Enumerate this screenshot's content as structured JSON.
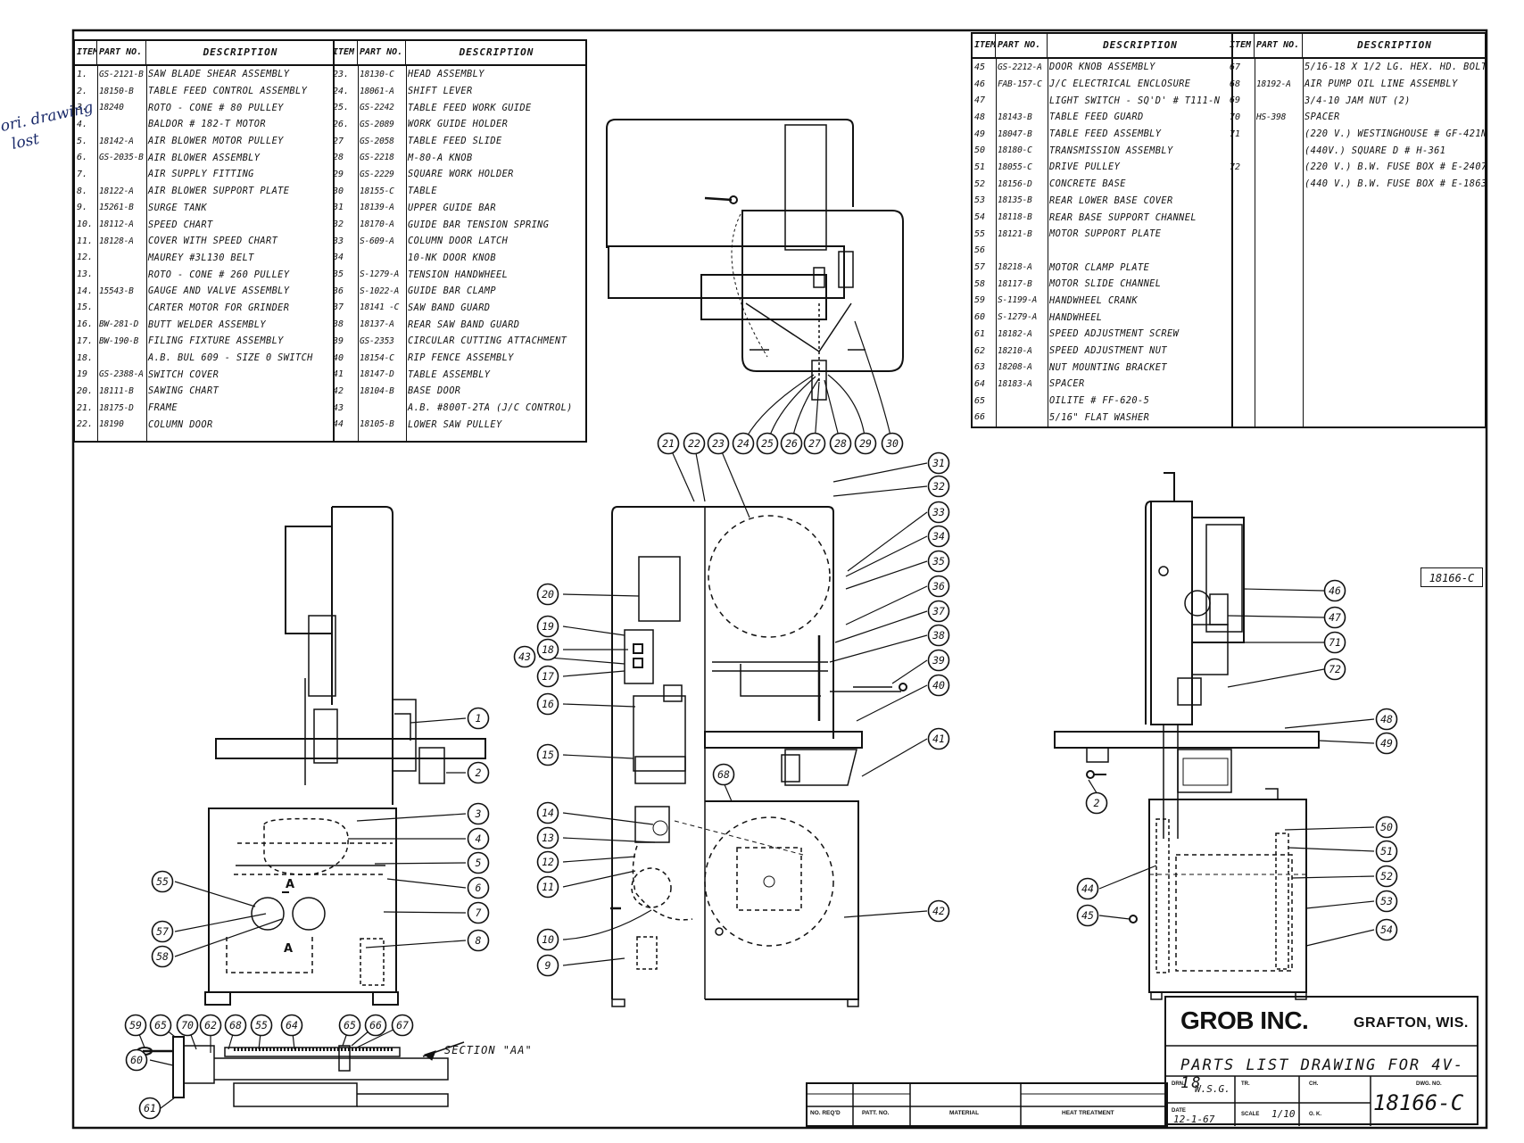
{
  "parts_tables": [
    {
      "headers": {
        "item": "ITEM",
        "part": "PART NO.",
        "desc": "DESCRIPTION"
      },
      "rows": [
        [
          "1.",
          "GS-2121-B",
          "SAW BLADE SHEAR ASSEMBLY"
        ],
        [
          "2.",
          "18150-B",
          "TABLE FEED CONTROL ASSEMBLY"
        ],
        [
          "3.",
          "18240",
          "ROTO - CONE # 80 PULLEY"
        ],
        [
          "4.",
          "",
          "BALDOR # 182-T MOTOR"
        ],
        [
          "5.",
          "18142-A",
          "AIR BLOWER MOTOR PULLEY"
        ],
        [
          "6.",
          "GS-2035-B",
          "AIR BLOWER ASSEMBLY"
        ],
        [
          "7.",
          "",
          "AIR SUPPLY FITTING"
        ],
        [
          "8.",
          "18122-A",
          "AIR BLOWER SUPPORT PLATE"
        ],
        [
          "9.",
          "15261-B",
          "SURGE TANK"
        ],
        [
          "10.",
          "18112-A",
          "SPEED CHART"
        ],
        [
          "11.",
          "18128-A",
          "COVER WITH SPEED CHART"
        ],
        [
          "12.",
          "",
          "MAUREY #3L130 BELT"
        ],
        [
          "13.",
          "",
          "ROTO - CONE # 260 PULLEY"
        ],
        [
          "14.",
          "15543-B",
          "GAUGE AND VALVE ASSEMBLY"
        ],
        [
          "15.",
          "",
          "CARTER MOTOR FOR GRINDER"
        ],
        [
          "16.",
          "BW-281-D",
          "BUTT WELDER ASSEMBLY"
        ],
        [
          "17.",
          "BW-190-B",
          "FILING FIXTURE ASSEMBLY"
        ],
        [
          "18.",
          "",
          "A.B. BUL 609 - SIZE 0 SWITCH"
        ],
        [
          "19",
          "GS-2388-A",
          "SWITCH COVER"
        ],
        [
          "20.",
          "18111-B",
          "SAWING CHART"
        ],
        [
          "21.",
          "18175-D",
          "FRAME"
        ],
        [
          "22.",
          "18190",
          "COLUMN DOOR"
        ]
      ]
    },
    {
      "headers": {
        "item": "ITEM",
        "part": "PART NO.",
        "desc": "DESCRIPTION"
      },
      "rows": [
        [
          "23.",
          "18130-C",
          "HEAD ASSEMBLY"
        ],
        [
          "24.",
          "18061-A",
          "SHIFT LEVER"
        ],
        [
          "25.",
          "GS-2242",
          "TABLE FEED WORK GUIDE"
        ],
        [
          "26.",
          "GS-2089",
          "WORK GUIDE HOLDER"
        ],
        [
          "27",
          "GS-2058",
          "TABLE FEED SLIDE"
        ],
        [
          "28",
          "GS-2218",
          "M-80-A KNOB"
        ],
        [
          "29",
          "GS-2229",
          "SQUARE WORK HOLDER"
        ],
        [
          "30",
          "18155-C",
          "TABLE"
        ],
        [
          "31",
          "18139-A",
          "UPPER GUIDE BAR"
        ],
        [
          "32",
          "18170-A",
          "GUIDE BAR TENSION SPRING"
        ],
        [
          "33",
          "S-609-A",
          "COLUMN DOOR LATCH"
        ],
        [
          "34",
          "",
          "10-NK DOOR KNOB"
        ],
        [
          "35",
          "S-1279-A",
          "TENSION HANDWHEEL"
        ],
        [
          "36",
          "S-1022-A",
          "GUIDE BAR CLAMP"
        ],
        [
          "37",
          "18141 -C",
          "SAW BAND GUARD"
        ],
        [
          "38",
          "18137-A",
          "REAR SAW BAND GUARD"
        ],
        [
          "39",
          "GS-2353",
          "CIRCULAR CUTTING ATTACHMENT"
        ],
        [
          "40",
          "18154-C",
          "RIP FENCE ASSEMBLY"
        ],
        [
          "41",
          "18147-D",
          "TABLE ASSEMBLY"
        ],
        [
          "42",
          "18104-B",
          "BASE DOOR"
        ],
        [
          "43",
          "",
          "A.B. #800T-2TA (J/C CONTROL)"
        ],
        [
          "44",
          "18105-B",
          "LOWER SAW PULLEY"
        ]
      ]
    },
    {
      "headers": {
        "item": "ITEM",
        "part": "PART NO.",
        "desc": "DESCRIPTION"
      },
      "rows": [
        [
          "45",
          "GS-2212-A",
          "DOOR KNOB ASSEMBLY"
        ],
        [
          "46",
          "FAB-157-C",
          "J/C ELECTRICAL ENCLOSURE"
        ],
        [
          "47",
          "",
          "LIGHT SWITCH - SQ'D' # T111-N"
        ],
        [
          "48",
          "18143-B",
          "TABLE FEED GUARD"
        ],
        [
          "49",
          "18047-B",
          "TABLE FEED ASSEMBLY"
        ],
        [
          "50",
          "18180-C",
          "TRANSMISSION ASSEMBLY"
        ],
        [
          "51",
          "18055-C",
          "DRIVE PULLEY"
        ],
        [
          "52",
          "18156-D",
          "CONCRETE BASE"
        ],
        [
          "53",
          "18135-B",
          "REAR LOWER BASE COVER"
        ],
        [
          "54",
          "18118-B",
          "REAR BASE SUPPORT CHANNEL"
        ],
        [
          "55",
          "18121-B",
          "MOTOR SUPPORT PLATE"
        ],
        [
          "56",
          "",
          ""
        ],
        [
          "57",
          "18218-A",
          "MOTOR CLAMP PLATE"
        ],
        [
          "58",
          "18117-B",
          "MOTOR SLIDE CHANNEL"
        ],
        [
          "59",
          "S-1199-A",
          "HANDWHEEL CRANK"
        ],
        [
          "60",
          "S-1279-A",
          "HANDWHEEL"
        ],
        [
          "61",
          "18182-A",
          "SPEED ADJUSTMENT SCREW"
        ],
        [
          "62",
          "18210-A",
          "SPEED ADJUSTMENT NUT"
        ],
        [
          "63",
          "18208-A",
          "NUT MOUNTING BRACKET"
        ],
        [
          "64",
          "18183-A",
          "SPACER"
        ],
        [
          "65",
          "",
          "OILITE # FF-620-5"
        ],
        [
          "66",
          "",
          "5/16\" FLAT WASHER"
        ]
      ]
    },
    {
      "headers": {
        "item": "ITEM",
        "part": "PART NO.",
        "desc": "DESCRIPTION"
      },
      "rows": [
        [
          "67",
          "",
          "5/16-18 x 1/2 LG. HEX. HD. BOLT"
        ],
        [
          "68",
          "18192-A",
          "AIR PUMP OIL LINE ASSEMBLY"
        ],
        [
          "69",
          "",
          "3/4-10 JAM NUT (2)"
        ],
        [
          "70",
          "HS-398",
          "SPACER"
        ],
        [
          "71",
          "",
          "(220 V.) WESTINGHOUSE # GF-421N"
        ],
        [
          "",
          "",
          "(440V.) SQUARE D # H-361"
        ],
        [
          "72",
          "",
          "(220 V.) B.W. FUSE BOX # E-2407"
        ],
        [
          "",
          "",
          "(440 V.) B.W. FUSE BOX # E-1863"
        ]
      ]
    }
  ],
  "title_block": {
    "company": "GROB INC.",
    "city": "GRAFTON, WIS.",
    "title": "PARTS LIST DRAWING FOR 4V-18",
    "drawing_number": "18166-C",
    "labels": {
      "drn": "DRN.",
      "tr": "TR.",
      "ch": "CH.",
      "dwg_no": "DWG. NO.",
      "date": "DATE",
      "scale": "SCALE",
      "ok": "O. K."
    },
    "drawn_by": "W.S.G.",
    "date": "12-1-67",
    "scale": "1/10"
  },
  "revision_block": {
    "labels": {
      "no_reqd": "NO. REQ'D",
      "patt_no": "PATT. NO.",
      "material": "MATERIAL",
      "heat_treatment": "HEAT TREATMENT"
    }
  },
  "side_reference": "18166-C",
  "section_label": "SECTION \"AA\"",
  "section_marks": [
    "A",
    "A"
  ],
  "handwritten_note": [
    "ori. drawing",
    "lost"
  ],
  "callouts": {
    "left_view": [
      "1",
      "2",
      "3",
      "4",
      "5",
      "6",
      "7",
      "8",
      "55",
      "57",
      "58"
    ],
    "top_view": [
      "21",
      "22",
      "23",
      "24",
      "25",
      "26",
      "27",
      "28",
      "29",
      "30"
    ],
    "center_left": [
      "20",
      "19",
      "18",
      "43",
      "17",
      "16",
      "15",
      "14",
      "13",
      "12",
      "11",
      "10",
      "9"
    ],
    "center_right": [
      "31",
      "32",
      "33",
      "34",
      "35",
      "36",
      "37",
      "38",
      "39",
      "40",
      "41",
      "42",
      "68"
    ],
    "right_view": [
      "46",
      "47",
      "71",
      "72",
      "48",
      "49",
      "2",
      "50",
      "51",
      "52",
      "44",
      "53",
      "45",
      "54"
    ],
    "section_view": [
      "59",
      "65",
      "70",
      "62",
      "68",
      "55",
      "64",
      "65",
      "66",
      "67",
      "60",
      "61"
    ]
  }
}
